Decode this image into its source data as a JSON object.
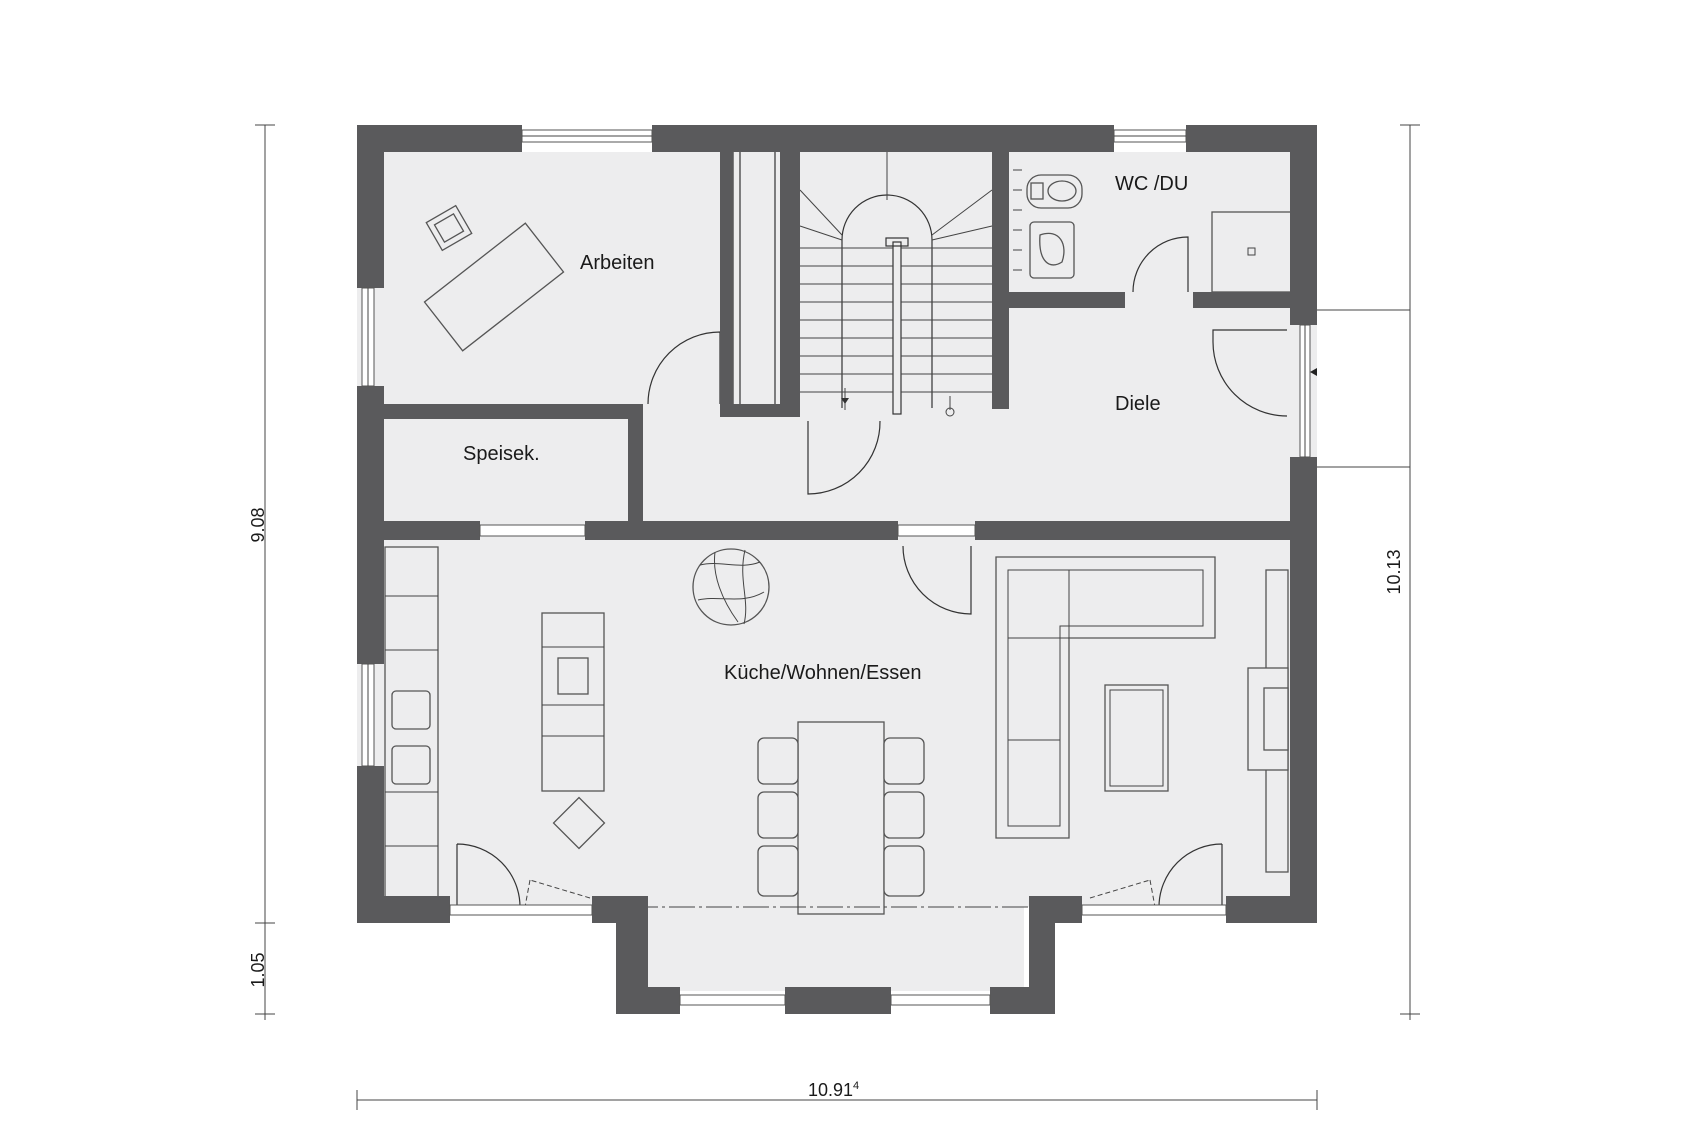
{
  "rooms": {
    "arbeiten": "Arbeiten",
    "wc_du": "WC /DU",
    "diele": "Diele",
    "speisek": "Speisek.",
    "kueche": "Küche/Wohnen/Essen"
  },
  "dimensions": {
    "left_main": "9.08",
    "left_bay": "1.05",
    "right_total": "10.13",
    "bottom_width": "10.91",
    "bottom_width_sup": "4"
  },
  "colors": {
    "wall": "#5a5a5c",
    "floor": "#ededee",
    "background": "#ffffff"
  }
}
